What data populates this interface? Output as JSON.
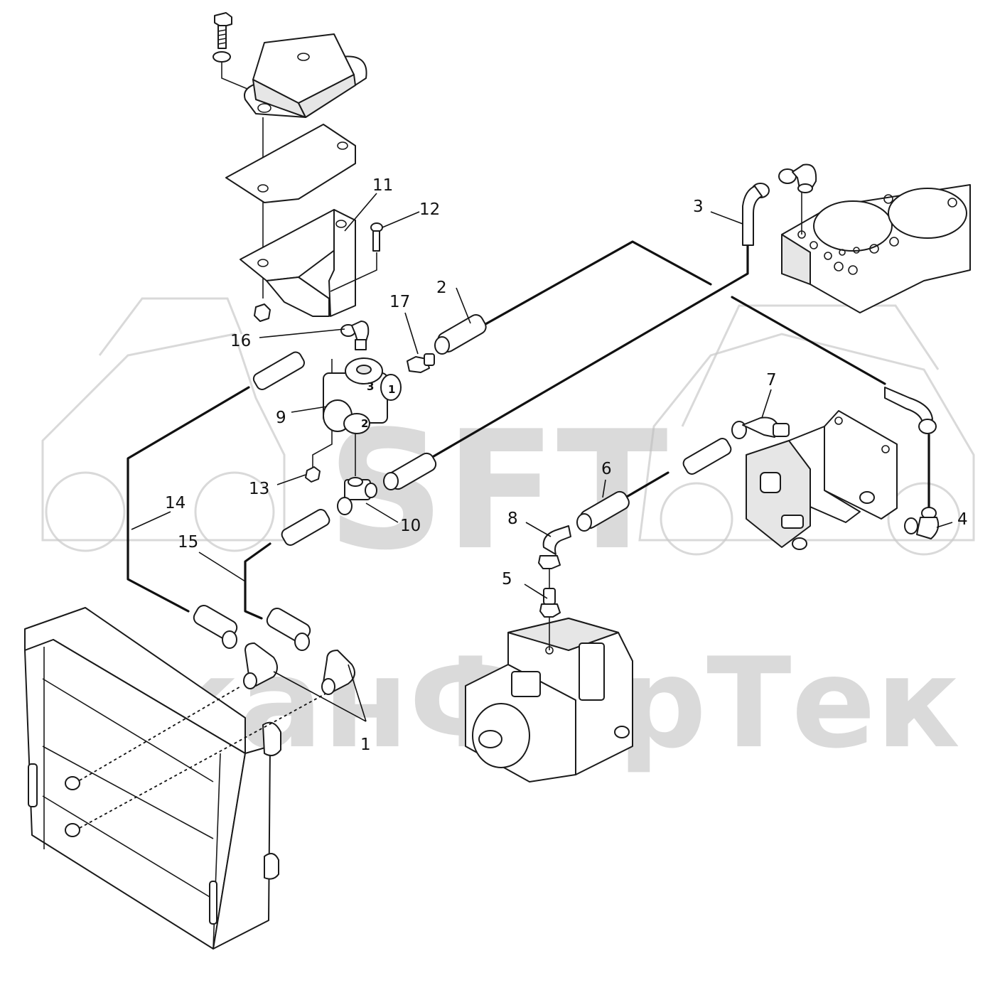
{
  "diagram": {
    "watermark": {
      "logo_text": "SFT",
      "company_text": "СканФорТек"
    },
    "callouts": [
      {
        "id": "callout-1",
        "label": "1"
      },
      {
        "id": "callout-2",
        "label": "2"
      },
      {
        "id": "callout-3",
        "label": "3"
      },
      {
        "id": "callout-4",
        "label": "4"
      },
      {
        "id": "callout-5",
        "label": "5"
      },
      {
        "id": "callout-6",
        "label": "6"
      },
      {
        "id": "callout-7",
        "label": "7"
      },
      {
        "id": "callout-8",
        "label": "8"
      },
      {
        "id": "callout-9",
        "label": "9"
      },
      {
        "id": "callout-10",
        "label": "10"
      },
      {
        "id": "callout-11",
        "label": "11"
      },
      {
        "id": "callout-12",
        "label": "12"
      },
      {
        "id": "callout-13",
        "label": "13"
      },
      {
        "id": "callout-14",
        "label": "14"
      },
      {
        "id": "callout-15",
        "label": "15"
      },
      {
        "id": "callout-16",
        "label": "16"
      },
      {
        "id": "callout-17",
        "label": "17"
      }
    ],
    "valve_ports": {
      "port_1": "1",
      "port_2": "2",
      "port_3": "3"
    }
  }
}
